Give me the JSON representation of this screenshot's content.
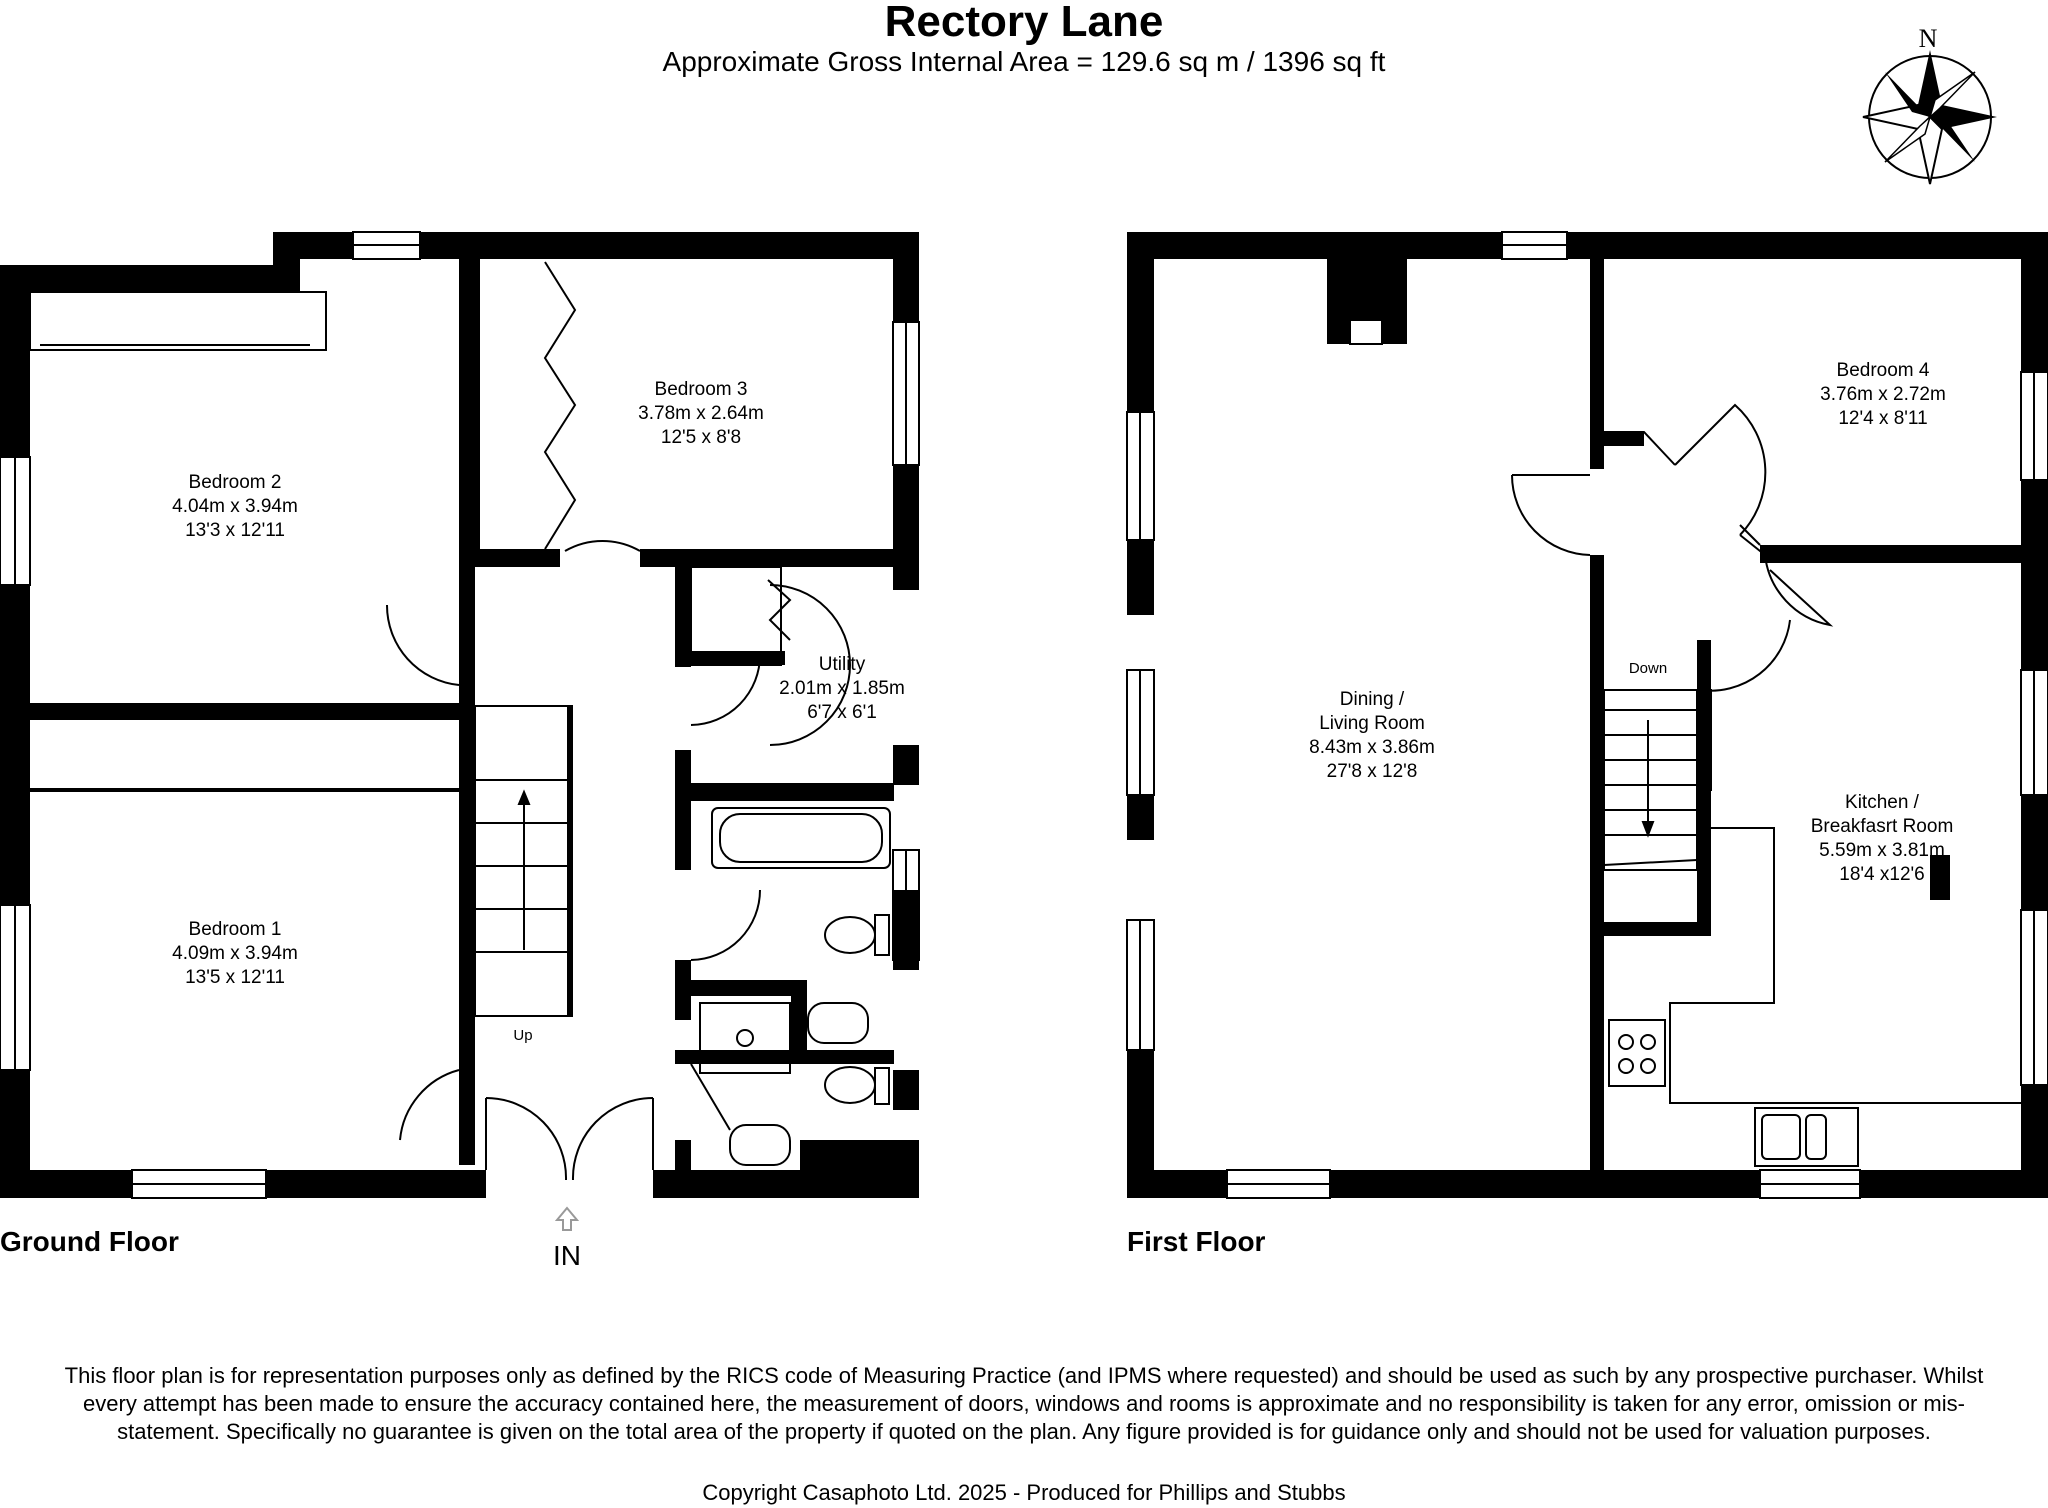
{
  "title": "Rectory Lane",
  "subtitle": "Approximate Gross Internal Area = 129.6 sq m / 1396 sq ft",
  "compass": {
    "label": "N"
  },
  "floors": {
    "ground": {
      "label": "Ground Floor",
      "entrance": "IN",
      "stairs": "Up",
      "rooms": {
        "bedroom2": {
          "name": "Bedroom 2",
          "metric": "4.04m x 3.94m",
          "imperial": "13'3 x 12'11"
        },
        "bedroom3": {
          "name": "Bedroom 3",
          "metric": "3.78m x 2.64m",
          "imperial": "12'5 x 8'8"
        },
        "utility": {
          "name": "Utility",
          "metric": "2.01m x 1.85m",
          "imperial": "6'7 x 6'1"
        },
        "bedroom1": {
          "name": "Bedroom 1",
          "metric": "4.09m x 3.94m",
          "imperial": "13'5 x 12'11"
        }
      }
    },
    "first": {
      "label": "First Floor",
      "stairs": "Down",
      "rooms": {
        "dining": {
          "name1": "Dining /",
          "name2": "Living Room",
          "metric": "8.43m x 3.86m",
          "imperial": "27'8 x 12'8"
        },
        "bedroom4": {
          "name": "Bedroom 4",
          "metric": "3.76m x 2.72m",
          "imperial": "12'4 x 8'11"
        },
        "kitchen": {
          "name1": "Kitchen /",
          "name2": "Breakfasrt Room",
          "metric": "5.59m x 3.81m",
          "imperial": "18'4 x12'6"
        }
      }
    }
  },
  "disclaimer": "This floor plan is for representation purposes only as defined by the RICS code of Measuring Practice (and IPMS where requested) and should be used as such by any prospective purchaser. Whilst every attempt has been made to ensure the accuracy contained here, the measurement of doors, windows and rooms is approximate and no responsibility is taken for any error, omission or mis-statement. Specifically no guarantee is given on the total area of the property if quoted on the plan. Any figure provided is for guidance only and should not be used for valuation purposes.",
  "copyright": "Copyright Casaphoto Ltd. 2025 - Produced for Phillips and Stubbs"
}
